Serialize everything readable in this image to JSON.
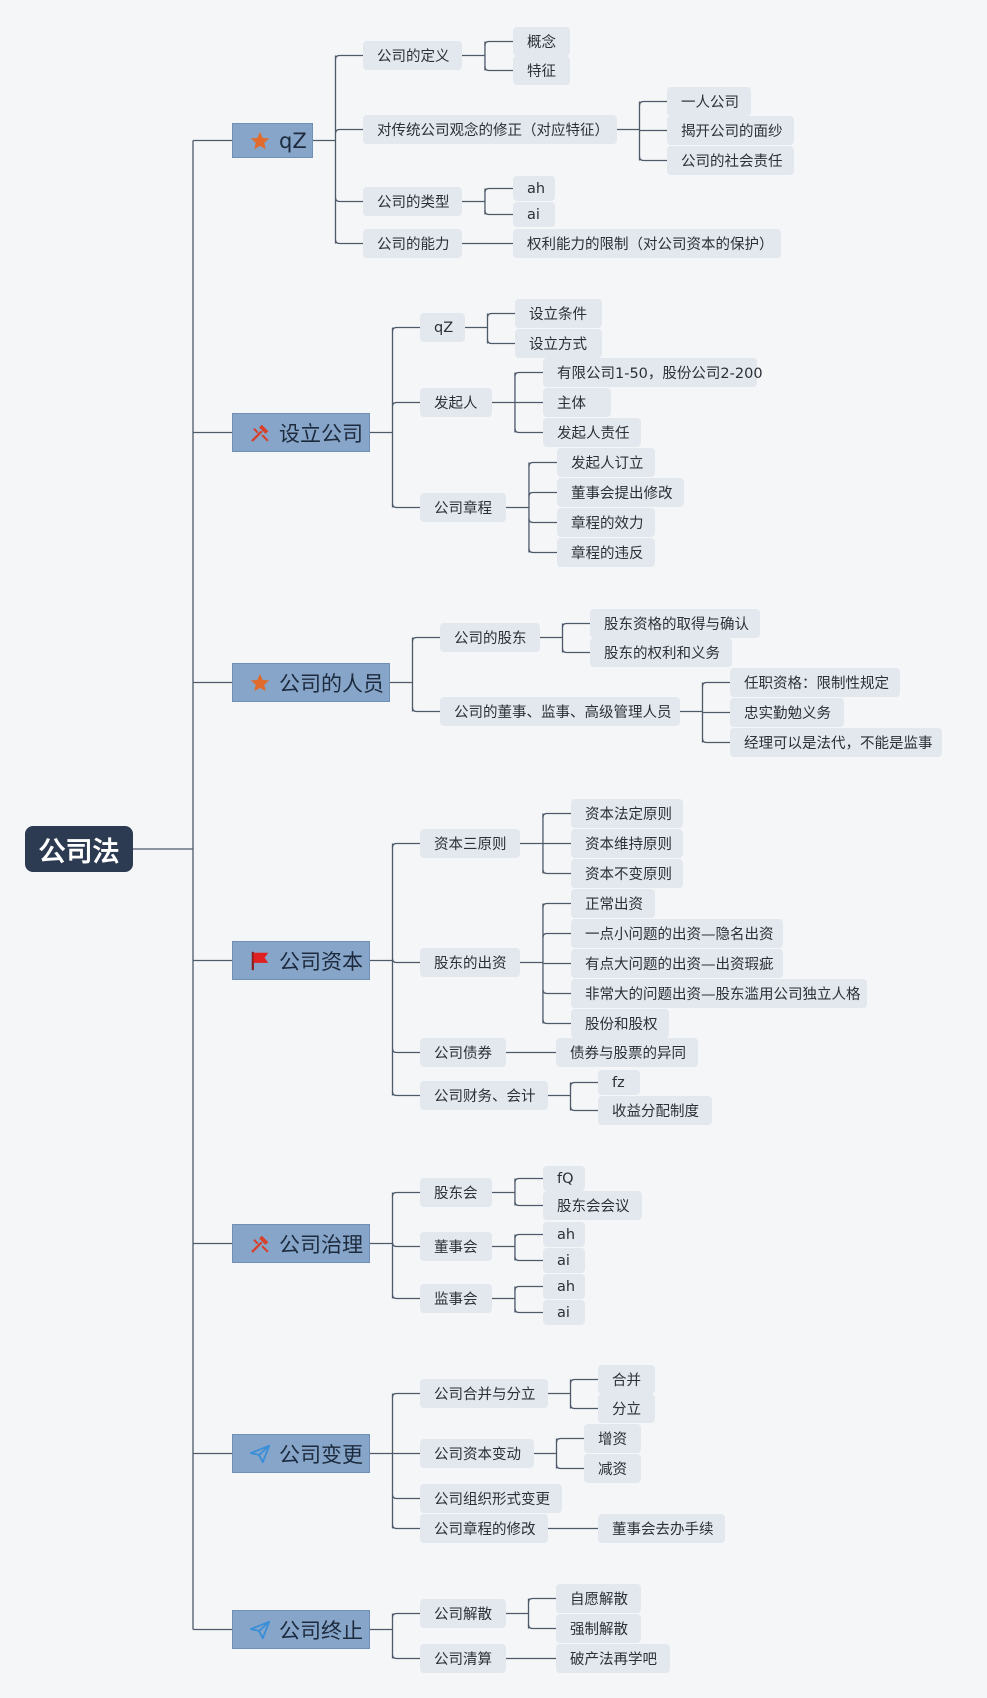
{
  "icons": {
    "star": "star-icon",
    "tools": "tools-icon",
    "flag": "flag-icon",
    "send": "paper-plane-icon"
  },
  "colors": {
    "star": "#e06b2d",
    "tools": "#d8402a",
    "flag": "#e02020",
    "send": "#3a8fd6",
    "line": "#4d5a6a"
  },
  "root": "公司法",
  "branches": [
    {
      "label": "qZ",
      "icon": "star",
      "children": [
        {
          "label": "公司的定义",
          "children": [
            {
              "label": "概念"
            },
            {
              "label": "特征"
            }
          ]
        },
        {
          "label": "对传统公司观念的修正（对应特征）",
          "children": [
            {
              "label": "一人公司"
            },
            {
              "label": "揭开公司的面纱"
            },
            {
              "label": "公司的社会责任"
            }
          ]
        },
        {
          "label": "公司的类型",
          "children": [
            {
              "label": "ah"
            },
            {
              "label": "ai"
            }
          ]
        },
        {
          "label": "公司的能力",
          "children": [
            {
              "label": "权利能力的限制（对公司资本的保护）"
            }
          ]
        }
      ]
    },
    {
      "label": "设立公司",
      "icon": "tools",
      "children": [
        {
          "label": "qZ",
          "children": [
            {
              "label": "设立条件"
            },
            {
              "label": "设立方式"
            }
          ]
        },
        {
          "label": "发起人",
          "children": [
            {
              "label": "有限公司1-50，股份公司2-200"
            },
            {
              "label": "主体"
            },
            {
              "label": "发起人责任"
            }
          ]
        },
        {
          "label": "公司章程",
          "children": [
            {
              "label": "发起人订立"
            },
            {
              "label": "董事会提出修改"
            },
            {
              "label": "章程的效力"
            },
            {
              "label": "章程的违反"
            }
          ]
        }
      ]
    },
    {
      "label": "公司的人员",
      "icon": "star",
      "children": [
        {
          "label": "公司的股东",
          "children": [
            {
              "label": "股东资格的取得与确认"
            },
            {
              "label": "股东的权利和义务"
            }
          ]
        },
        {
          "label": "公司的董事、监事、高级管理人员",
          "children": [
            {
              "label": "任职资格：限制性规定"
            },
            {
              "label": "忠实勤勉义务"
            },
            {
              "label": "经理可以是法代，不能是监事"
            }
          ]
        }
      ]
    },
    {
      "label": "公司资本",
      "icon": "flag",
      "children": [
        {
          "label": "资本三原则",
          "children": [
            {
              "label": "资本法定原则"
            },
            {
              "label": "资本维持原则"
            },
            {
              "label": "资本不变原则"
            }
          ]
        },
        {
          "label": "股东的出资",
          "children": [
            {
              "label": "正常出资"
            },
            {
              "label": "一点小问题的出资—隐名出资"
            },
            {
              "label": "有点大问题的出资—出资瑕疵"
            },
            {
              "label": "非常大的问题出资—股东滥用公司独立人格"
            },
            {
              "label": "股份和股权"
            }
          ]
        },
        {
          "label": "公司债券",
          "children": [
            {
              "label": "债券与股票的异同"
            }
          ]
        },
        {
          "label": "公司财务、会计",
          "children": [
            {
              "label": "fz"
            },
            {
              "label": "收益分配制度"
            }
          ]
        }
      ]
    },
    {
      "label": "公司治理",
      "icon": "tools",
      "children": [
        {
          "label": "股东会",
          "children": [
            {
              "label": "fQ"
            },
            {
              "label": "股东会会议"
            }
          ]
        },
        {
          "label": "董事会",
          "children": [
            {
              "label": "ah"
            },
            {
              "label": "ai"
            }
          ]
        },
        {
          "label": "监事会",
          "children": [
            {
              "label": "ah"
            },
            {
              "label": "ai"
            }
          ]
        }
      ]
    },
    {
      "label": "公司变更",
      "icon": "send",
      "children": [
        {
          "label": "公司合并与分立",
          "children": [
            {
              "label": "合并"
            },
            {
              "label": "分立"
            }
          ]
        },
        {
          "label": "公司资本变动",
          "children": [
            {
              "label": "增资"
            },
            {
              "label": "减资"
            }
          ]
        },
        {
          "label": "公司组织形式变更",
          "children": []
        },
        {
          "label": "公司章程的修改",
          "children": [
            {
              "label": "董事会去办手续"
            }
          ]
        }
      ]
    },
    {
      "label": "公司终止",
      "icon": "send",
      "children": [
        {
          "label": "公司解散",
          "children": [
            {
              "label": "自愿解散"
            },
            {
              "label": "强制解散"
            }
          ]
        },
        {
          "label": "公司清算",
          "children": [
            {
              "label": "破产法再学吧"
            }
          ]
        }
      ]
    }
  ]
}
